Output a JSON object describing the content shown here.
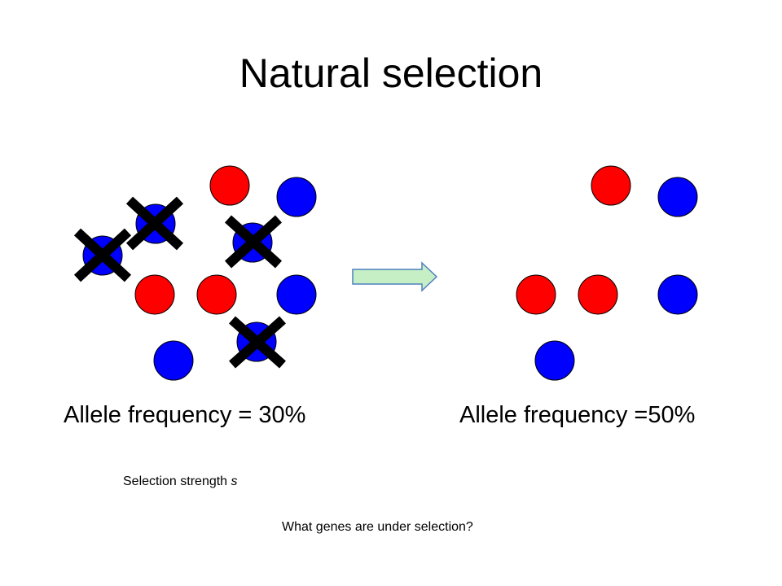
{
  "title": "Natural selection",
  "before": {
    "label": "Allele frequency = 30%",
    "individuals": [
      {
        "allele": "red",
        "removed": false
      },
      {
        "allele": "blue",
        "removed": false
      },
      {
        "allele": "blue",
        "removed": true
      },
      {
        "allele": "blue",
        "removed": true
      },
      {
        "allele": "blue",
        "removed": true
      },
      {
        "allele": "red",
        "removed": false
      },
      {
        "allele": "red",
        "removed": false
      },
      {
        "allele": "blue",
        "removed": false
      },
      {
        "allele": "blue",
        "removed": true
      },
      {
        "allele": "blue",
        "removed": false
      }
    ]
  },
  "after": {
    "label": "Allele frequency =50%",
    "individuals": [
      {
        "allele": "red"
      },
      {
        "allele": "blue"
      },
      {
        "allele": "red"
      },
      {
        "allele": "red"
      },
      {
        "allele": "blue"
      },
      {
        "allele": "blue"
      }
    ]
  },
  "notes": {
    "strength_prefix": "Selection strength ",
    "strength_symbol": "s",
    "question": "What genes are under selection?"
  },
  "colors": {
    "red": "#ff0000",
    "blue": "#0000ff",
    "arrow_fill": "#c6efc6",
    "arrow_stroke": "#4f81bd"
  }
}
